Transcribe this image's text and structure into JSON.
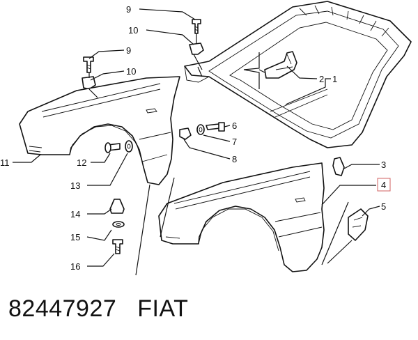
{
  "callouts": [
    {
      "id": "9a",
      "text": "9"
    },
    {
      "id": "10a",
      "text": "10"
    },
    {
      "id": "9b",
      "text": "9"
    },
    {
      "id": "10b",
      "text": "10"
    },
    {
      "id": "1",
      "text": "1"
    },
    {
      "id": "2",
      "text": "2"
    },
    {
      "id": "11",
      "text": "11"
    },
    {
      "id": "6",
      "text": "6"
    },
    {
      "id": "7",
      "text": "7"
    },
    {
      "id": "12",
      "text": "12"
    },
    {
      "id": "8",
      "text": "8"
    },
    {
      "id": "3",
      "text": "3"
    },
    {
      "id": "13",
      "text": "13"
    },
    {
      "id": "4",
      "text": "4"
    },
    {
      "id": "14",
      "text": "14"
    },
    {
      "id": "5",
      "text": "5"
    },
    {
      "id": "15",
      "text": "15"
    },
    {
      "id": "16",
      "text": "16"
    }
  ],
  "footer": {
    "part_number": "82447927",
    "brand": "FIAT"
  },
  "colors": {
    "ink": "#111111",
    "highlight": "#d06060"
  }
}
